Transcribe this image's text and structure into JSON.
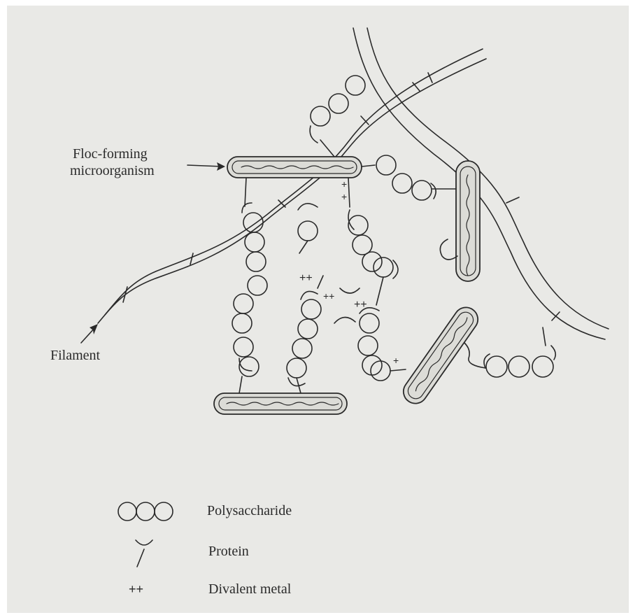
{
  "labels": {
    "floc_forming_line1": "Floc-forming",
    "floc_forming_line2": "microorganism",
    "filament": "Filament"
  },
  "legend": {
    "polysaccharide": "Polysaccharide",
    "protein": "Protein",
    "divalent_metal": "Divalent metal",
    "divalent_symbol": "++"
  },
  "colors": {
    "background": "#e9e9e6",
    "ink": "#2a2a2a",
    "cell_fill": "#dcdcd7"
  }
}
